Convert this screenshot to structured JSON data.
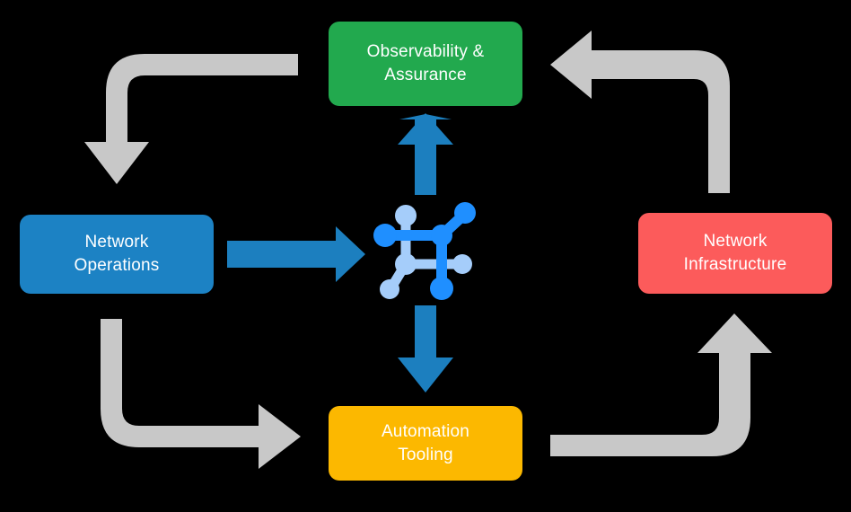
{
  "diagram": {
    "title": "Network lifecycle cycle diagram",
    "background_color": "#000000",
    "nodes": [
      {
        "id": "observability",
        "label": "Observability &\nAssurance",
        "color": "#22a94e",
        "position": "top"
      },
      {
        "id": "operations",
        "label": "Network\nOperations",
        "color": "#1c82c4",
        "position": "left"
      },
      {
        "id": "infrastructure",
        "label": "Network\nInfrastructure",
        "color": "#fc5b5b",
        "position": "right"
      },
      {
        "id": "automation",
        "label": "Automation\nTooling",
        "color": "#fcb800",
        "position": "bottom"
      }
    ],
    "center_icon": {
      "name": "network-topology-icon",
      "primary_color": "#1f8fff",
      "secondary_color": "#a5cdfa"
    },
    "connectors": {
      "blue_color": "#1c7fbf",
      "gray_color": "#c8c8c8",
      "flows": [
        {
          "id": "operations-to-center",
          "from": "operations",
          "to": "center",
          "direction": "right",
          "style": "blue-straight"
        },
        {
          "id": "center-to-observability",
          "from": "center",
          "to": "observability",
          "direction": "up",
          "style": "blue-straight"
        },
        {
          "id": "center-to-automation",
          "from": "center",
          "to": "automation",
          "direction": "down",
          "style": "blue-straight"
        },
        {
          "id": "observability-to-operations",
          "from": "observability",
          "to": "operations",
          "direction": "down",
          "style": "gray-elbow"
        },
        {
          "id": "operations-to-automation",
          "from": "operations",
          "to": "automation",
          "direction": "right",
          "style": "gray-elbow"
        },
        {
          "id": "automation-to-infrastructure",
          "from": "automation",
          "to": "infrastructure",
          "direction": "up",
          "style": "gray-elbow"
        },
        {
          "id": "infrastructure-to-observability",
          "from": "infrastructure",
          "to": "observability",
          "direction": "left",
          "style": "gray-elbow"
        }
      ]
    }
  }
}
